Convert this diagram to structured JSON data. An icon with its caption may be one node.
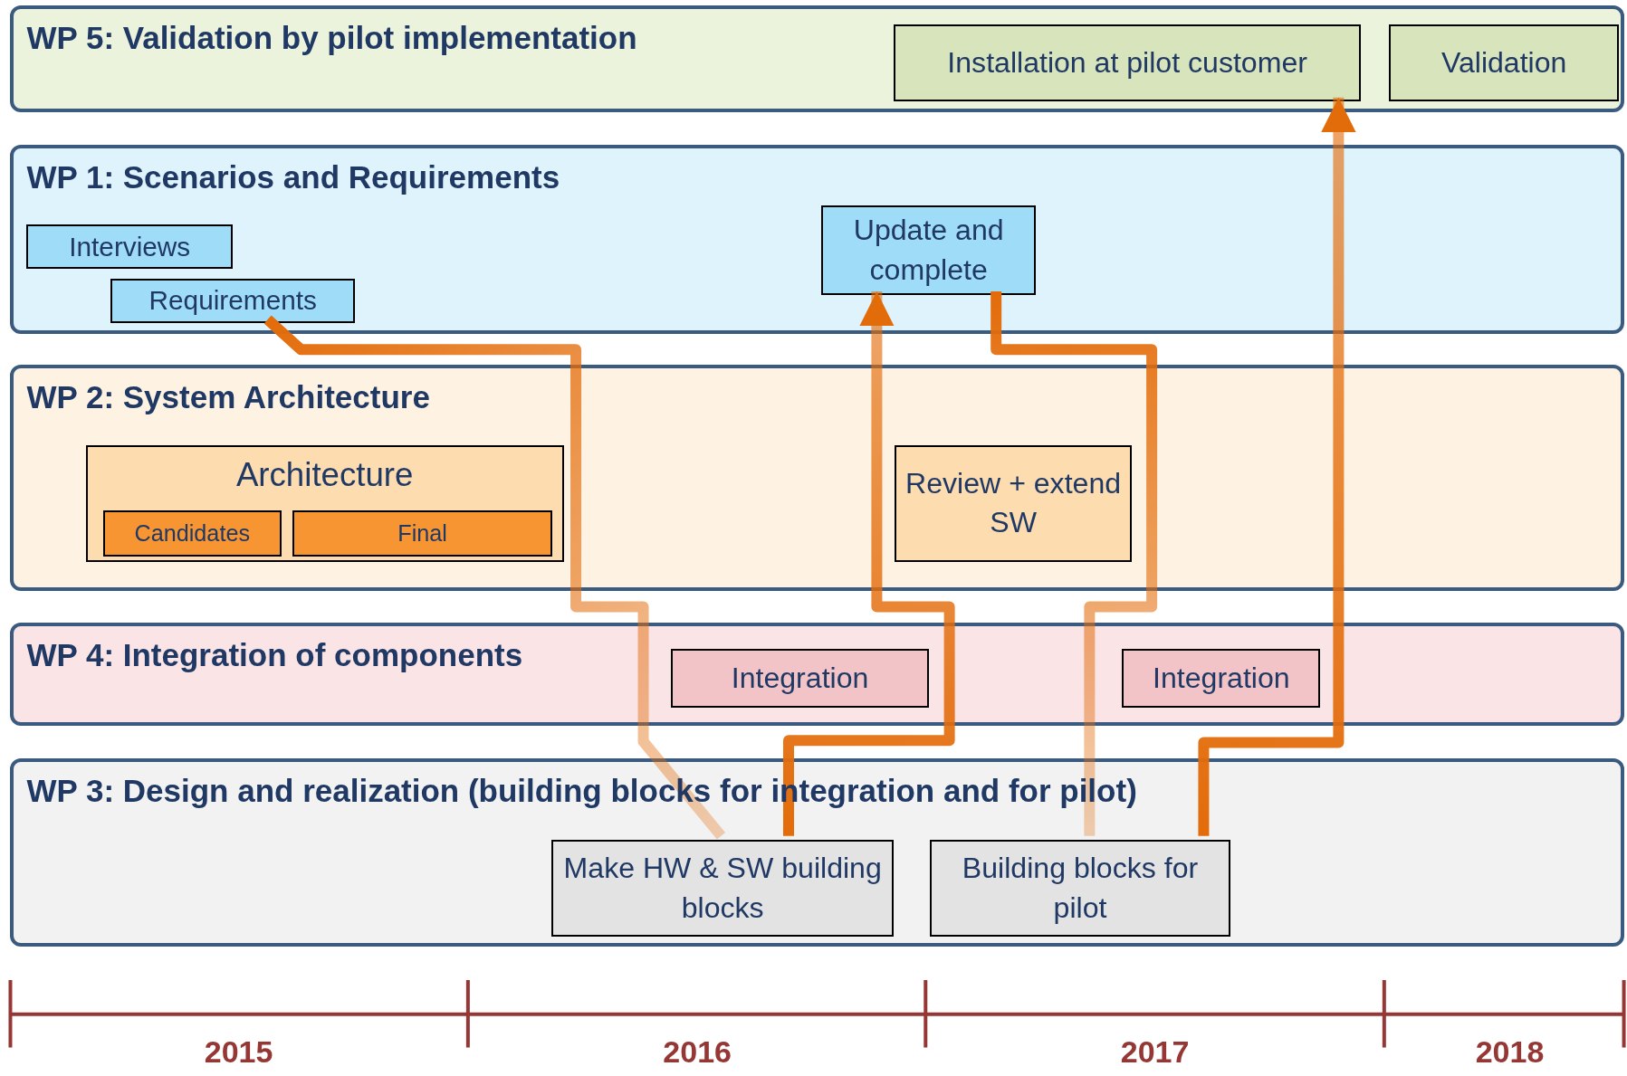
{
  "diagram": {
    "nodes": [
      {
        "text": [
          "WP 5: Validation by pilot implementation"
        ]
      },
      {
        "text": [
          "Installation at pilot customer"
        ],
        "in": 0
      },
      {
        "text": [
          "Validation"
        ],
        "in": 0
      },
      {
        "text": [
          "WP 1: Scenarios and Requirements"
        ]
      },
      {
        "text": [
          "Interviews"
        ],
        "in": 3
      },
      {
        "text": [
          "Requirements"
        ],
        "in": 3
      },
      {
        "text": [
          "Update and complete"
        ],
        "in": 3
      },
      {
        "text": [
          "WP 2: System Architecture"
        ]
      },
      {
        "text": [
          "Architecture"
        ],
        "in": 7
      },
      {
        "text": [
          "Candidates"
        ],
        "in": 8
      },
      {
        "text": [
          "Final"
        ],
        "in": 8
      },
      {
        "text": [
          "Review + extend SW"
        ],
        "in": 7
      },
      {
        "text": [
          "WP 4: Integration of components"
        ]
      },
      {
        "text": [
          "Integration"
        ],
        "in": 12
      },
      {
        "text": [
          "Integration"
        ],
        "in": 12
      },
      {
        "text": [
          "WP 3: Design and realization (building blocks for integration and for pilot)"
        ]
      },
      {
        "text": [
          "Make HW & SW building blocks"
        ],
        "in": 15
      },
      {
        "text": [
          "Building blocks for pilot"
        ],
        "in": 15
      }
    ],
    "edges": [
      {
        "from": 5,
        "to": 16,
        "arrow": "none"
      },
      {
        "from": 16,
        "to": 6,
        "arrow": "to"
      },
      {
        "from": 6,
        "to": 17,
        "arrow": "none"
      },
      {
        "from": 17,
        "to": 1,
        "arrow": "to"
      }
    ],
    "labels": [
      "2015",
      "2016",
      "2017",
      "2018"
    ]
  }
}
